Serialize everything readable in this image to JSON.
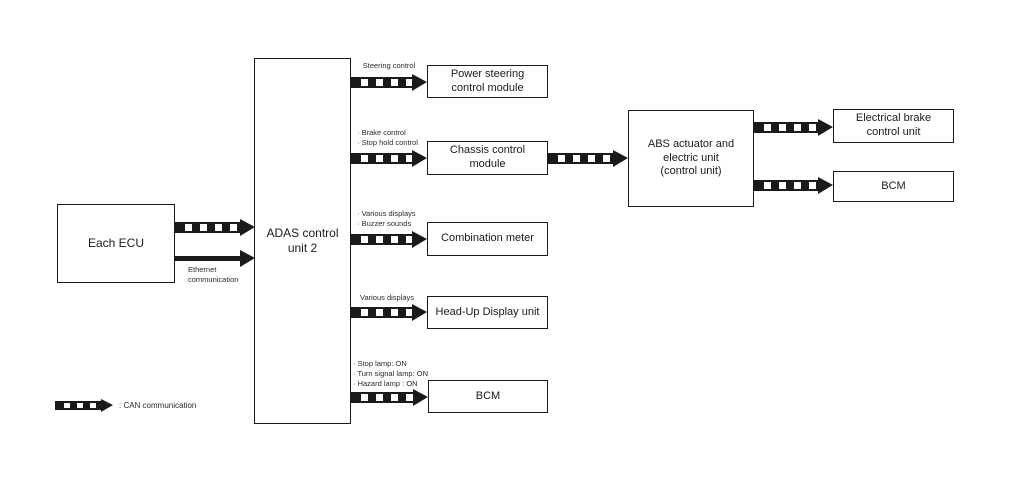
{
  "diagram": {
    "type": "block-diagram",
    "subject": "ADAS CAN / Ethernet communication architecture"
  },
  "boxes": {
    "each_ecu": {
      "label": "Each ECU"
    },
    "adas": {
      "label": "ADAS control\nunit 2"
    },
    "power_steering": {
      "label": "Power steering\ncontrol module"
    },
    "chassis": {
      "label": "Chassis control\nmodule"
    },
    "combination_meter": {
      "label": "Combination meter"
    },
    "head_up_display": {
      "label": "Head-Up Display unit"
    },
    "bcm_left": {
      "label": "BCM"
    },
    "abs": {
      "label": "ABS actuator and\nelectric unit\n(control unit)"
    },
    "electrical_brake": {
      "label": "Electrical brake\ncontrol unit"
    },
    "bcm_right": {
      "label": "BCM"
    }
  },
  "arrow_labels": {
    "steering": "Steering control",
    "chassis": "· Brake control\n· Stop hold control",
    "combination_meter": "· Various displays\n· Buzzer sounds",
    "head_up_display": "Various displays",
    "bcm": "· Stop lamp: ON\n· Turn signal lamp: ON\n· Hazard lamp : ON",
    "ethernet": "Ethernet\ncommunication"
  },
  "legend": {
    "can_label": ": CAN communication"
  },
  "colors": {
    "line": "#1a1a1a",
    "background": "#ffffff"
  }
}
